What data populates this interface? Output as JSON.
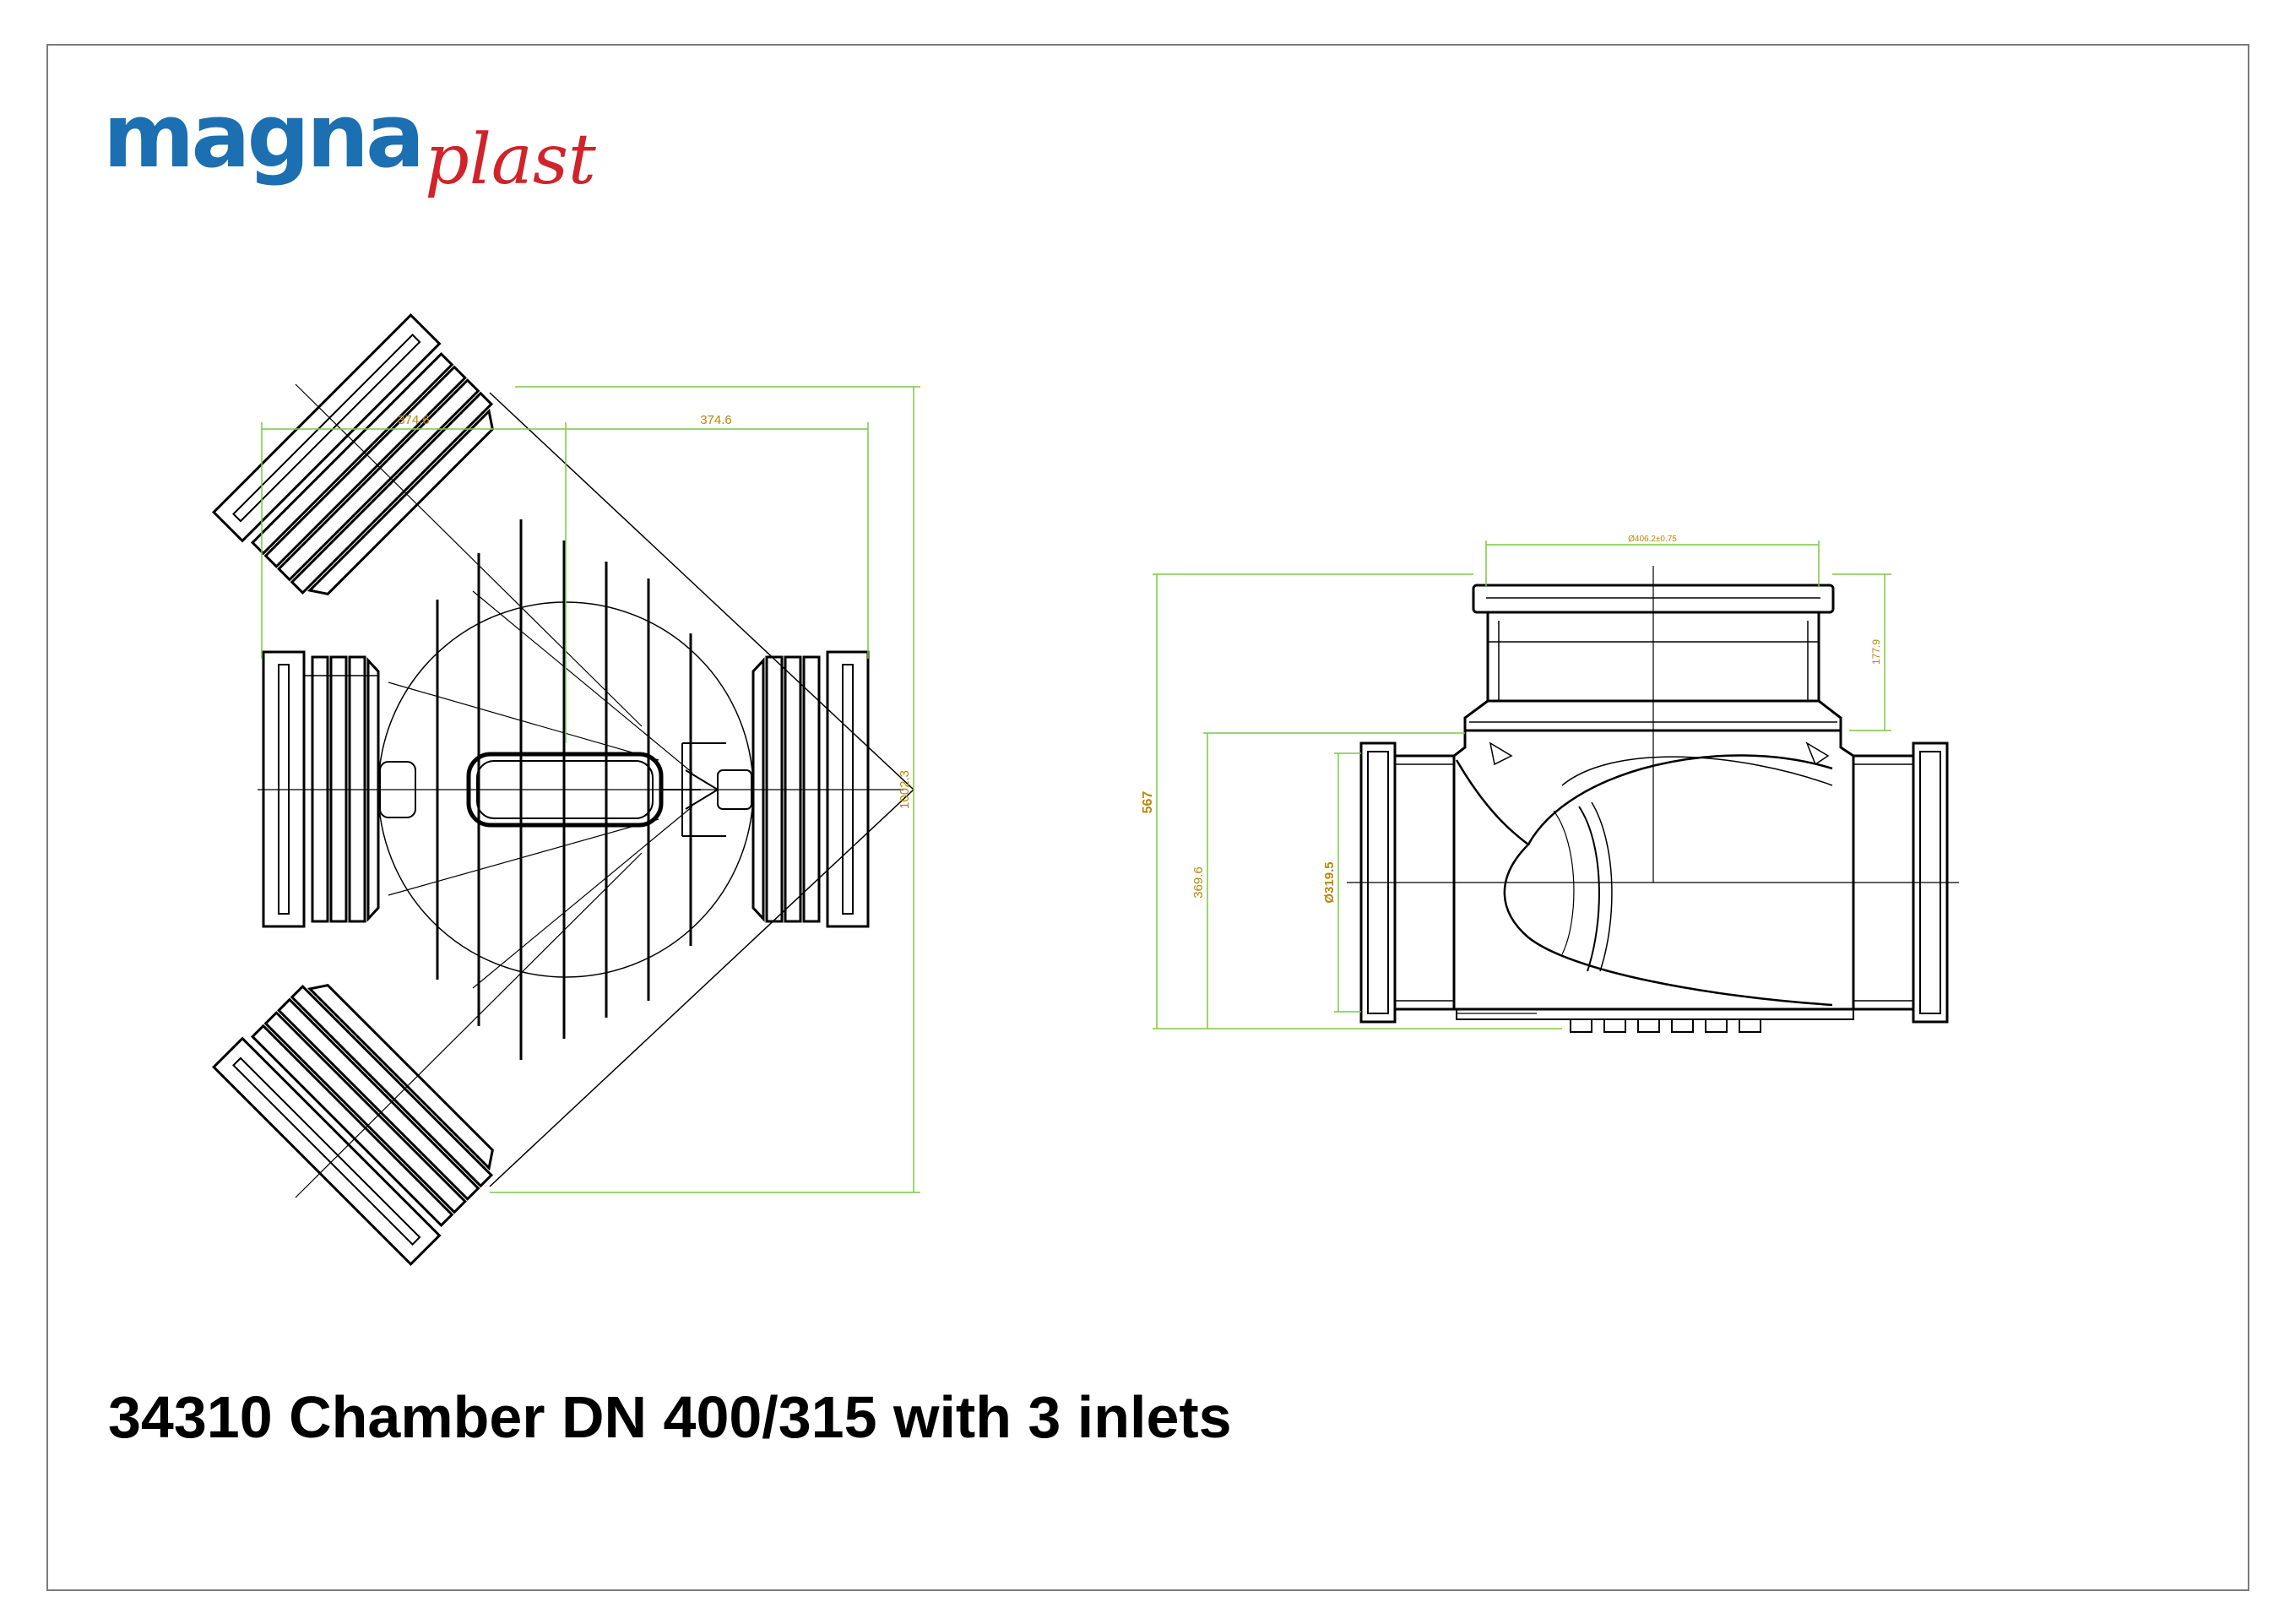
{
  "logo": {
    "magna": "magna",
    "plast": "plast"
  },
  "title": "34310 Chamber DN 400/315 with 3 inlets",
  "plan_view": {
    "dim_left": "374.6",
    "dim_right": "374.6",
    "dim_height": "1002.3"
  },
  "side_view": {
    "dim_top_diameter": "Ø406.2±0.75",
    "dim_top_height": "177.9",
    "dim_total_height": "567",
    "dim_axis_height": "369.6",
    "dim_pipe_diameter": "Ø319.5"
  },
  "colors": {
    "logo_blue": "#1c6fb1",
    "logo_red": "#d0232a",
    "dimension_line": "#7ac943",
    "dimension_text": "#b8860b",
    "outline": "#000000"
  }
}
